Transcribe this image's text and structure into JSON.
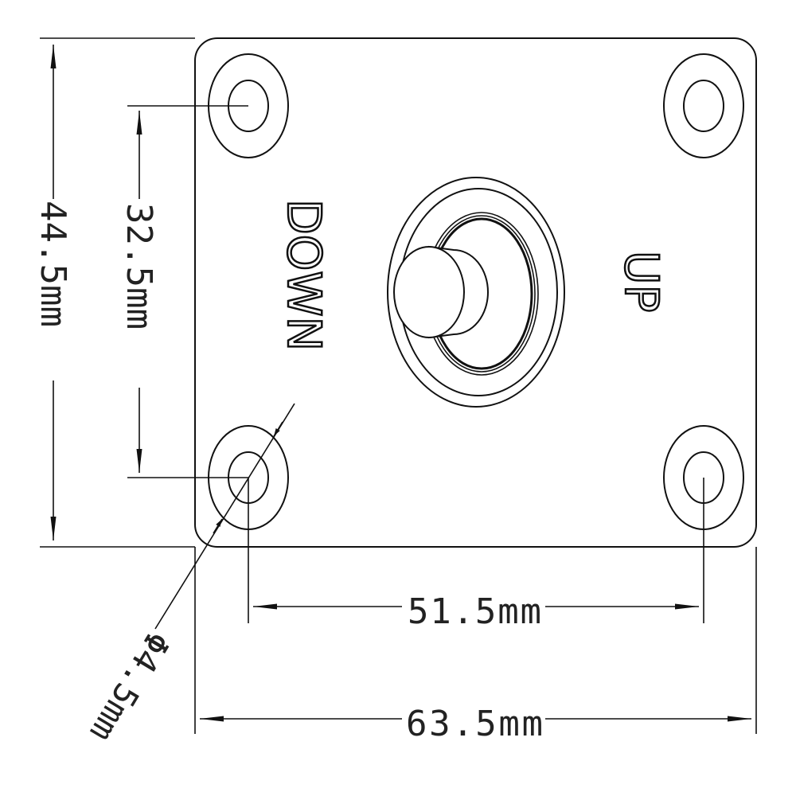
{
  "labels": {
    "down": "DOWN",
    "up": "UP"
  },
  "dimensions": {
    "height_total": "44.5mm",
    "height_holes": "32.5mm",
    "width_holes": "51.5mm",
    "width_total": "63.5mm",
    "hole_diameter": "Φ4.5mm"
  },
  "colors": {
    "line": "#111111",
    "background": "#ffffff"
  }
}
